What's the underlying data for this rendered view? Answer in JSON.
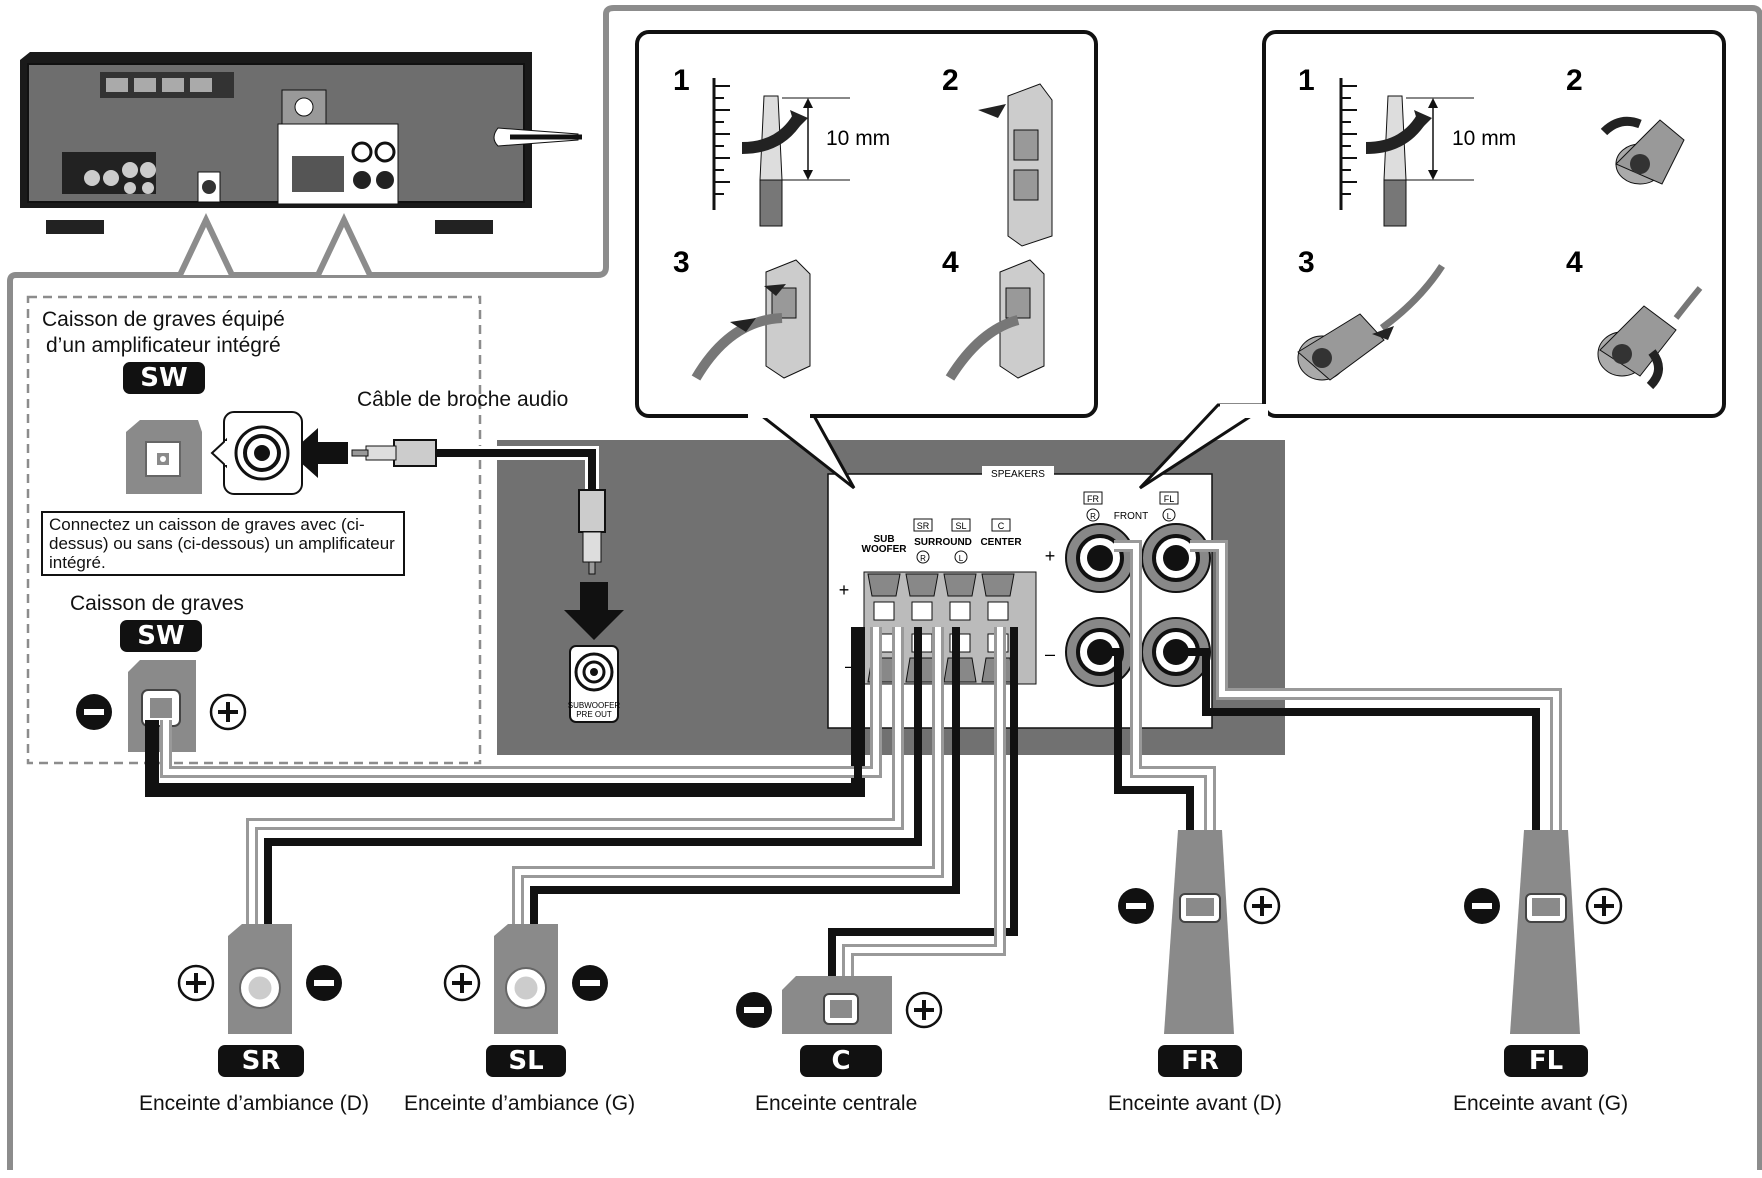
{
  "steps_spring": {
    "n1": "1",
    "n2": "2",
    "n3": "3",
    "n4": "4",
    "measure": "10 mm"
  },
  "steps_binding": {
    "n1": "1",
    "n2": "2",
    "n3": "3",
    "n4": "4",
    "measure": "10 mm"
  },
  "panel": {
    "speakers": "SPEAKERS",
    "sub_woofer_1": "SUB",
    "sub_woofer_2": "WOOFER",
    "surround": "SURROUND",
    "center": "CENTER",
    "front": "FRONT",
    "tag_sr": "SR",
    "tag_sl": "SL",
    "tag_c": "C",
    "tag_fr": "FR",
    "tag_fl": "FL",
    "r_mark": "R",
    "l_mark": "L",
    "plus": "+",
    "minus": "–",
    "subwoofer_pre_out_1": "SUBWOOFER",
    "subwoofer_pre_out_2": "PRE OUT"
  },
  "subwoofer_powered": {
    "title_1": "Caisson de graves équipé",
    "title_2": "d’un amplificateur intégré",
    "badge": "SW"
  },
  "cable_label": "Câble de broche audio",
  "note": "Connectez un caisson de graves avec (ci-dessus) ou sans (ci-dessous) un amplificateur intégré.",
  "subwoofer_passive": {
    "title": "Caisson de graves",
    "badge": "SW"
  },
  "speakers": [
    {
      "badge": "SR",
      "label": "Enceinte d’ambiance (D)"
    },
    {
      "badge": "SL",
      "label": "Enceinte d’ambiance (G)"
    },
    {
      "badge": "C",
      "label": "Enceinte centrale"
    },
    {
      "badge": "FR",
      "label": "Enceinte avant (D)"
    },
    {
      "badge": "FL",
      "label": "Enceinte avant (G)"
    }
  ],
  "colors": {
    "outline_gray": "#8c8c8c",
    "panel_gray": "#717171",
    "speaker_gray": "#8a8a8a",
    "black": "#111111"
  }
}
